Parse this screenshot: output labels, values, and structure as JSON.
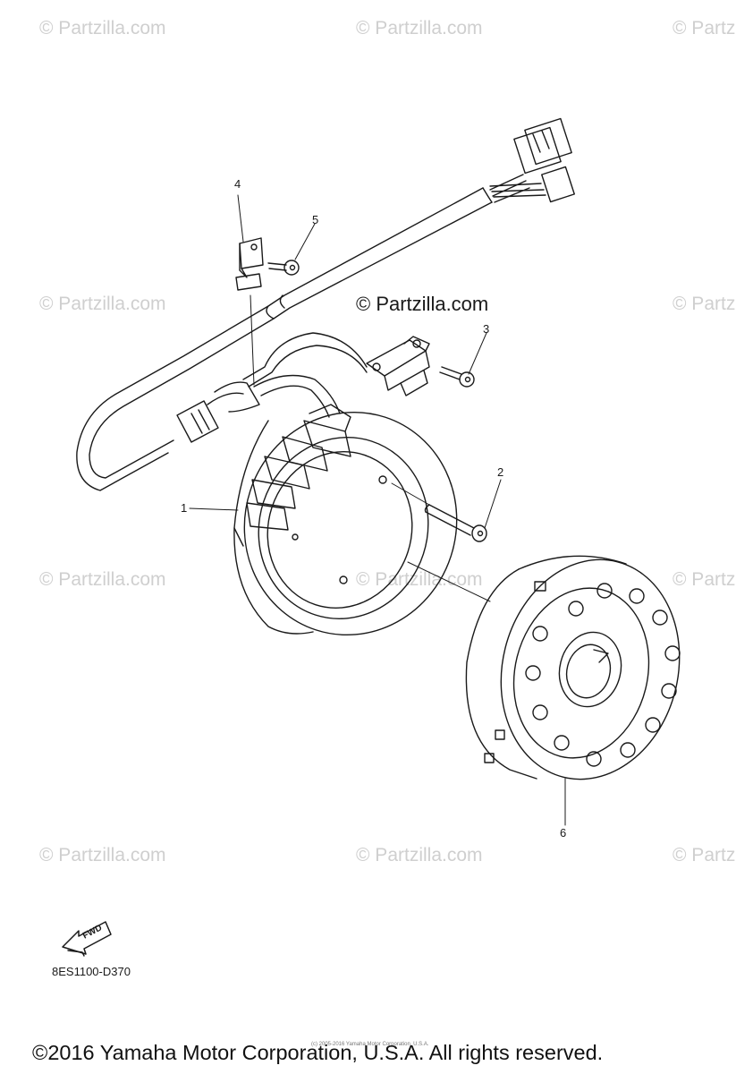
{
  "watermarks": {
    "text": "© Partzilla.com",
    "text_clipped": "© Partz",
    "main": "© Partzilla.com"
  },
  "callouts": [
    "1",
    "2",
    "3",
    "4",
    "5",
    "6"
  ],
  "diagram_code": "8ES1100-D370",
  "fwd_label": "FWD",
  "tiny_notice": "(c) 2005-2016 Yamaha Motor Corporation, U.S.A.",
  "copyright": "©2016 Yamaha Motor Corporation, U.S.A. All rights reserved."
}
